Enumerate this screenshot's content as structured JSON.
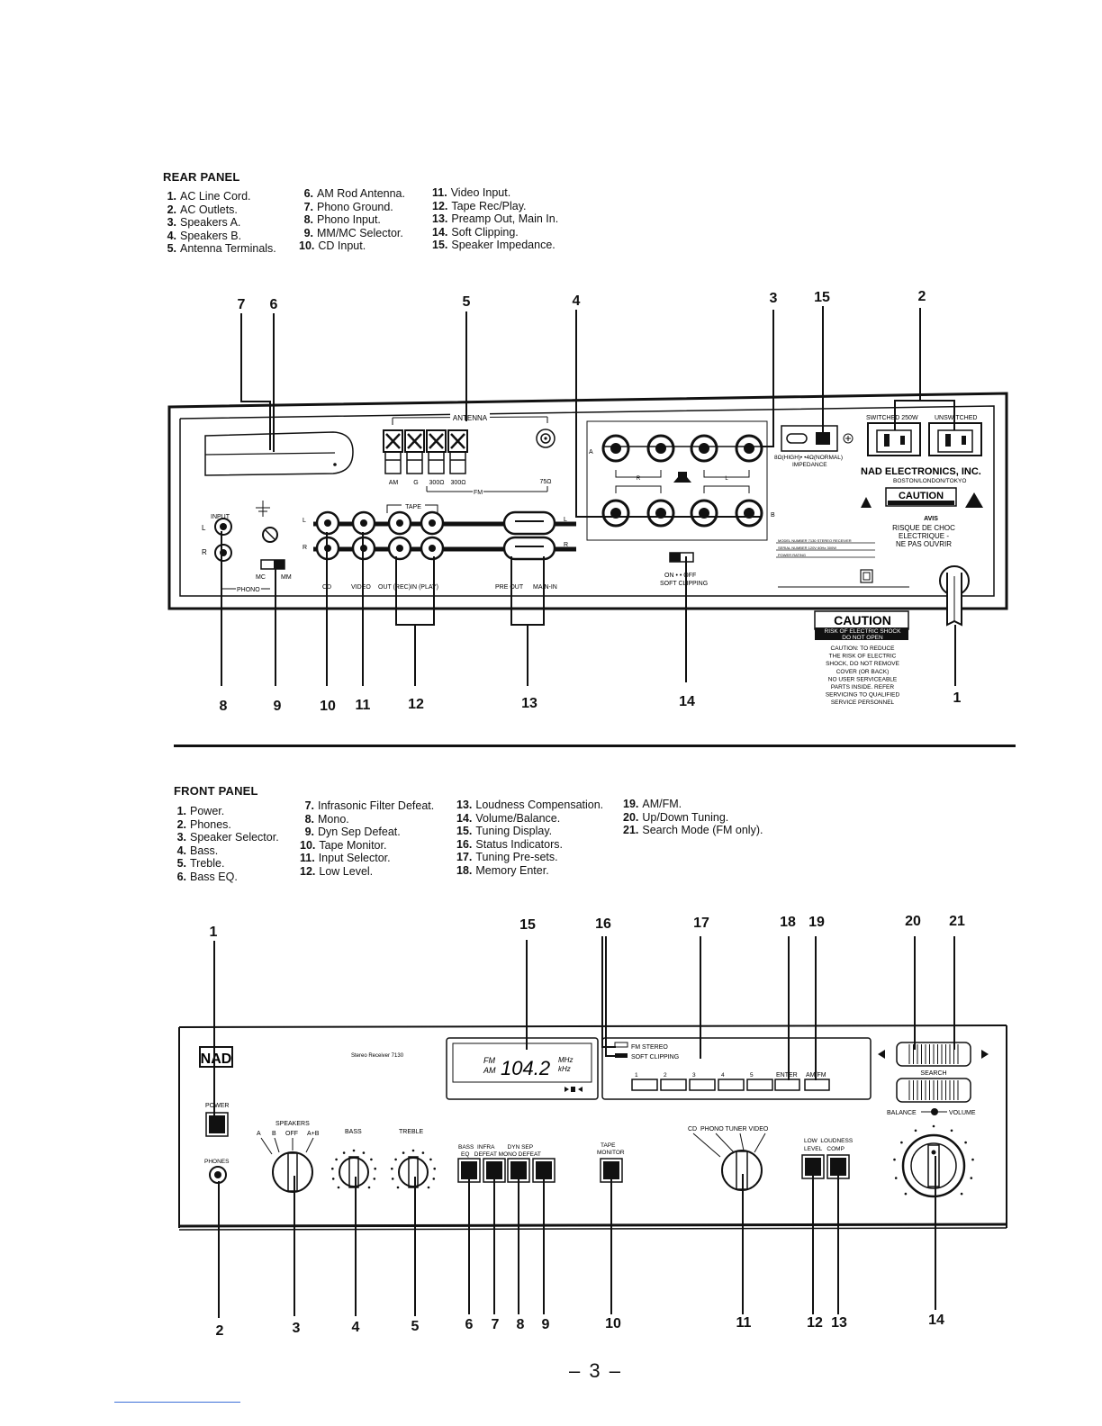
{
  "rear_panel": {
    "title": "REAR PANEL",
    "legend": [
      [
        {
          "n": "1.",
          "t": "AC Line Cord."
        },
        {
          "n": "2.",
          "t": "AC Outlets."
        },
        {
          "n": "3.",
          "t": "Speakers A."
        },
        {
          "n": "4.",
          "t": "Speakers B."
        },
        {
          "n": "5.",
          "t": "Antenna Terminals."
        }
      ],
      [
        {
          "n": "6.",
          "t": "AM Rod Antenna."
        },
        {
          "n": "7.",
          "t": "Phono Ground."
        },
        {
          "n": "8.",
          "t": "Phono Input."
        },
        {
          "n": "9.",
          "t": "MM/MC Selector."
        },
        {
          "n": "10.",
          "t": "CD Input."
        }
      ],
      [
        {
          "n": "11.",
          "t": "Video Input."
        },
        {
          "n": "12.",
          "t": "Tape Rec/Play."
        },
        {
          "n": "13.",
          "t": "Preamp Out, Main In."
        },
        {
          "n": "14.",
          "t": "Soft Clipping."
        },
        {
          "n": "15.",
          "t": "Speaker Impedance."
        }
      ]
    ],
    "callouts_top": [
      "7",
      "6",
      "5",
      "4",
      "3",
      "15",
      "2"
    ],
    "callouts_bottom": [
      "8",
      "9",
      "10",
      "11",
      "12",
      "13",
      "14",
      "1"
    ],
    "labels": {
      "antenna": "ANTENNA",
      "am": "AM",
      "g": "G",
      "ohm300a": "300Ω",
      "ohm300b": "300Ω",
      "fm": "FM",
      "ohm75": "75Ω",
      "input": "INPUT",
      "l": "L",
      "r": "R",
      "mc": "MC",
      "mm": "MM",
      "phono": "PHONO",
      "tape": "TAPE",
      "cd": "CD",
      "video": "VIDEO",
      "out_rec": "OUT (REC)",
      "in_play": "IN (PLAY)",
      "pre_out": "PRE OUT",
      "main_in": "MAIN-IN",
      "spk_a": "A",
      "spk_b": "B",
      "on_off": "ON • • OFF",
      "soft_clipping": "SOFT CLIPPING",
      "impedance_sel": "8Ω(HIGH)• •4Ω(NORMAL)",
      "impedance": "IMPEDANCE",
      "switched": "SWITCHED 250W",
      "unswitched": "UNSWITCHED",
      "brand": "NAD ELECTRONICS, INC.",
      "brand_sub": "BOSTON/LONDON/TOKYO",
      "caution": "CAUTION",
      "avis": "AVIS",
      "avis_1": "RISQUE DE CHOC",
      "avis_2": "ELECTRIQUE -",
      "avis_3": "NE PAS OUVRIR",
      "model": "MODEL NUMBER 7130 STEREO RECEIVER",
      "serial": "SERIAL NUMBER 120V 60Hz 300W",
      "power": "POWER RATING",
      "caution2": "CAUTION",
      "caution2_sub1": "RISK OF ELECTRIC SHOCK",
      "caution2_sub2": "DO NOT OPEN",
      "warn": [
        "CAUTION: TO REDUCE",
        "THE RISK OF ELECTRIC",
        "SHOCK, DO NOT REMOVE",
        "COVER (OR BACK)",
        "NO USER SERVICEABLE",
        "PARTS INSIDE. REFER",
        "SERVICING TO QUALIFIED",
        "SERVICE PERSONNEL"
      ]
    }
  },
  "front_panel": {
    "title": "FRONT PANEL",
    "legend": [
      [
        {
          "n": "1.",
          "t": "Power."
        },
        {
          "n": "2.",
          "t": "Phones."
        },
        {
          "n": "3.",
          "t": "Speaker Selector."
        },
        {
          "n": "4.",
          "t": "Bass."
        },
        {
          "n": "5.",
          "t": "Treble."
        },
        {
          "n": "6.",
          "t": "Bass EQ."
        }
      ],
      [
        {
          "n": "7.",
          "t": "Infrasonic Filter Defeat."
        },
        {
          "n": "8.",
          "t": "Mono."
        },
        {
          "n": "9.",
          "t": "Dyn Sep Defeat."
        },
        {
          "n": "10.",
          "t": "Tape Monitor."
        },
        {
          "n": "11.",
          "t": "Input Selector."
        },
        {
          "n": "12.",
          "t": "Low Level."
        }
      ],
      [
        {
          "n": "13.",
          "t": "Loudness Compensation."
        },
        {
          "n": "14.",
          "t": "Volume/Balance."
        },
        {
          "n": "15.",
          "t": "Tuning Display."
        },
        {
          "n": "16.",
          "t": "Status Indicators."
        },
        {
          "n": "17.",
          "t": "Tuning Pre-sets."
        },
        {
          "n": "18.",
          "t": "Memory Enter."
        }
      ],
      [
        {
          "n": "19.",
          "t": "AM/FM."
        },
        {
          "n": "20.",
          "t": "Up/Down Tuning."
        },
        {
          "n": "21.",
          "t": "Search Mode (FM only)."
        }
      ]
    ],
    "callouts_top": [
      "1",
      "15",
      "16",
      "17",
      "18",
      "19",
      "20",
      "21"
    ],
    "callouts_bottom": [
      "2",
      "3",
      "4",
      "5",
      "6",
      "7",
      "8",
      "9",
      "10",
      "11",
      "12",
      "13",
      "14"
    ],
    "labels": {
      "logo": "NAD",
      "model": "Stereo Receiver 7130",
      "power": "POWER",
      "phones": "PHONES",
      "speakers": "SPEAKERS",
      "spk_a": "A",
      "spk_b": "B",
      "spk_off": "OFF",
      "spk_ab": "A+B",
      "bass": "BASS",
      "treble": "TREBLE",
      "btn_row1": "BASS  INFRA        DYN SEP",
      "btn_row2": "EQ   DEFEAT MONO DEFEAT",
      "tape1": "TAPE",
      "tape2": "MONITOR",
      "disp_fm": "FM",
      "disp_am": "AM",
      "disp_freq": "104.2",
      "disp_mhz": "MHz",
      "disp_khz": "kHz",
      "fm_stereo": "FM STEREO",
      "soft_clipping": "SOFT CLIPPING",
      "presets": [
        "1",
        "2",
        "3",
        "4",
        "5"
      ],
      "enter": "ENTER",
      "amfm": "AM/FM",
      "inputs": "CD  PHONO TUNER VIDEO",
      "low": "LOW  LOUDNESS",
      "level": "LEVEL   COMP",
      "search": "SEARCH",
      "balance": "BALANCE",
      "volume": "VOLUME"
    }
  },
  "page_number": "– 3 –"
}
